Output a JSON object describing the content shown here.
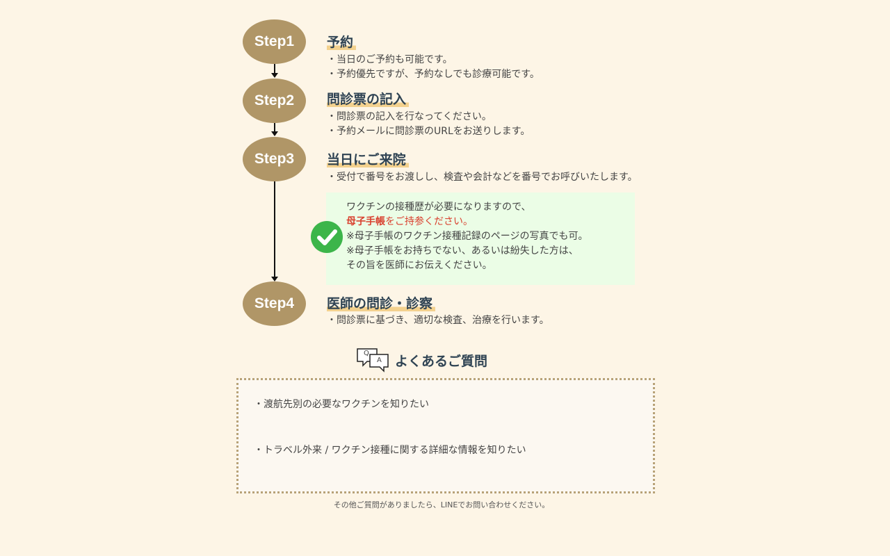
{
  "steps": [
    {
      "label": "Step1",
      "title": "予約",
      "lines": [
        "・当日のご予約も可能です。",
        "・予約優先ですが、予約なしでも診療可能です。"
      ]
    },
    {
      "label": "Step2",
      "title": "問診票の記入",
      "lines": [
        "・問診票の記入を行なってください。",
        "・予約メールに問診票のURLをお送りします。"
      ]
    },
    {
      "label": "Step3",
      "title": "当日にご来院",
      "lines": [
        "・受付で番号をお渡しし、検査や会計などを番号でお呼びいたします。"
      ]
    },
    {
      "label": "Step4",
      "title": "医師の問診・診察",
      "lines": [
        "・問診票に基づき、適切な検査、治療を行います。"
      ]
    }
  ],
  "note": {
    "line1": "ワクチンの接種歴が必要になりますので、",
    "highlight": "母子手帳",
    "line2_rest": "をご持参ください。",
    "line3": "※母子手帳のワクチン接種記録のページの写真でも可。",
    "line4": "※母子手帳をお持ちでない、あるいは紛失した方は、",
    "line5": "その旨を医師にお伝えください。"
  },
  "faq": {
    "heading": "よくあるご質問",
    "q_letter": "Q",
    "a_letter": "A",
    "items": [
      "・渡航先別の必要なワクチンを知りたい",
      "・トラベル外来 / ワクチン接種に関する詳細な情報を知りたい"
    ],
    "footer": "その他ご質問がありましたら、LINEでお問い合わせください。"
  }
}
